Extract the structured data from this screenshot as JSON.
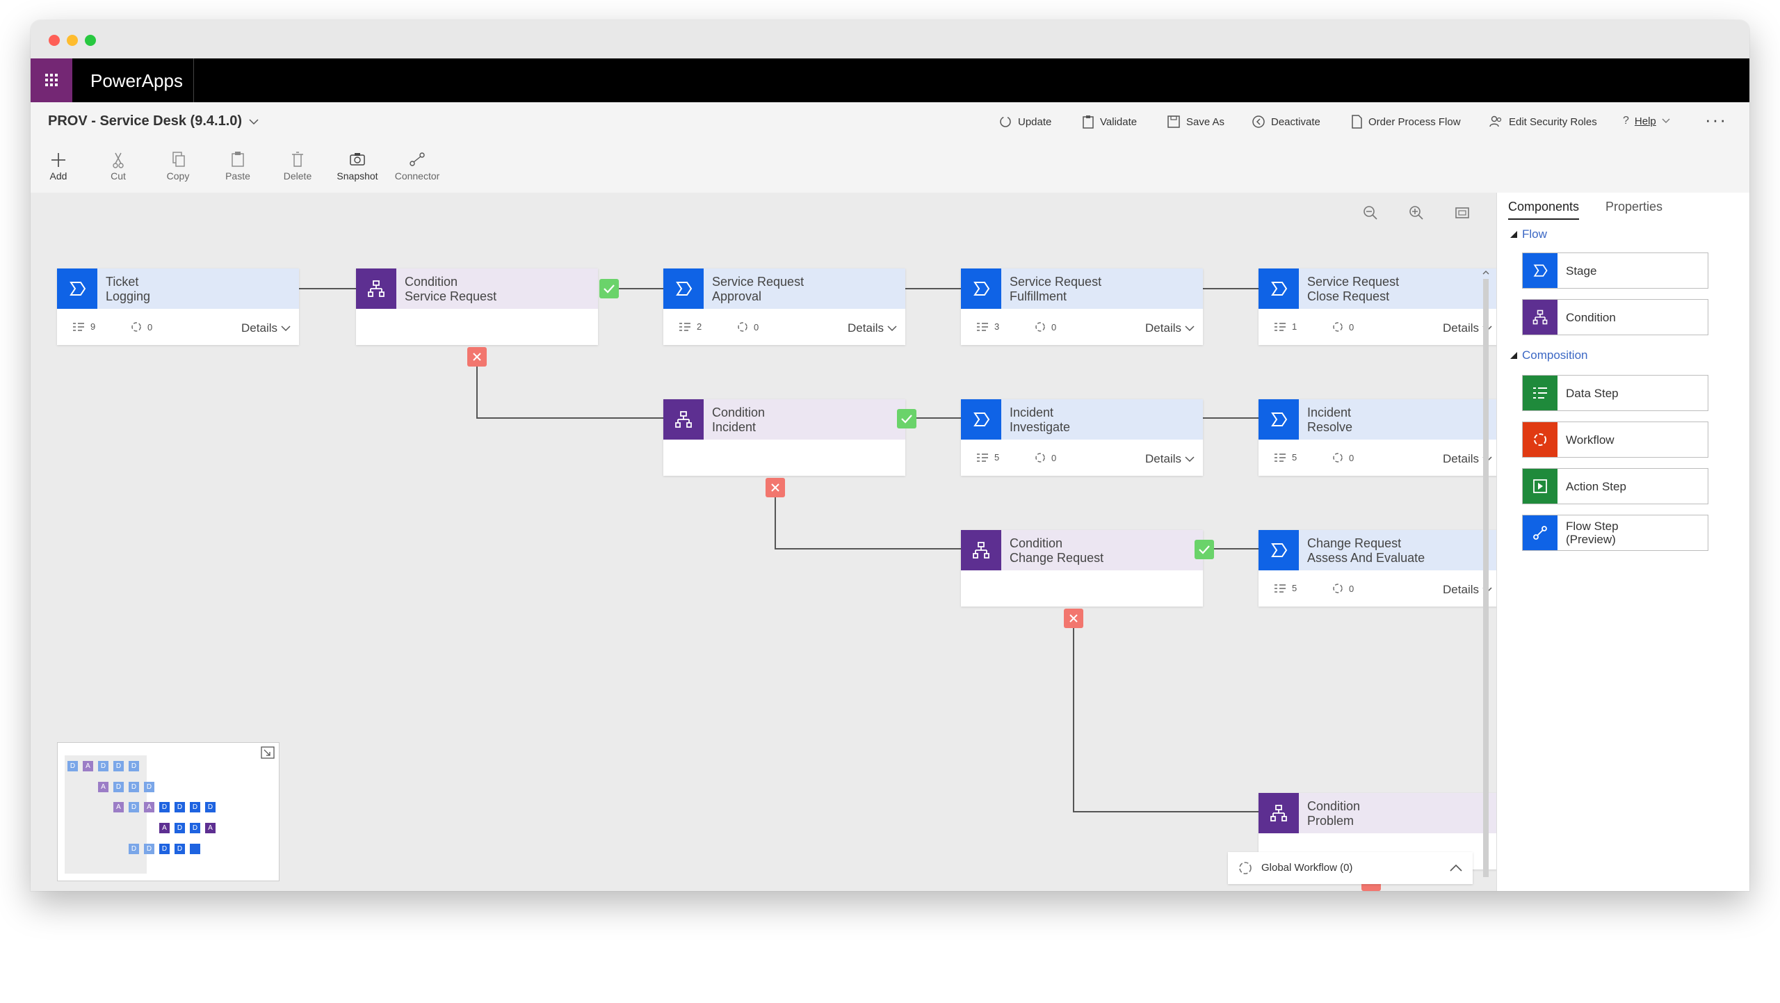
{
  "app": {
    "name": "PowerApps"
  },
  "process": {
    "title": "PROV - Service Desk (9.4.1.0)"
  },
  "commands": [
    "Update",
    "Validate",
    "Save As",
    "Deactivate",
    "Order Process Flow",
    "Edit Security Roles",
    "Help"
  ],
  "toolbar": [
    "Add",
    "Cut",
    "Copy",
    "Paste",
    "Delete",
    "Snapshot",
    "Connector"
  ],
  "nodes": [
    {
      "type": "stage",
      "line1": "Ticket",
      "line2": "Logging",
      "steps": "9",
      "workflows": "0",
      "details": "Details"
    },
    {
      "type": "condition",
      "line1": "Condition",
      "line2": "Service Request"
    },
    {
      "type": "stage",
      "line1": "Service Request",
      "line2": "Approval",
      "steps": "2",
      "workflows": "0",
      "details": "Details"
    },
    {
      "type": "stage",
      "line1": "Service Request",
      "line2": "Fulfillment",
      "steps": "3",
      "workflows": "0",
      "details": "Details"
    },
    {
      "type": "stage",
      "line1": "Service Request",
      "line2": "Close Request",
      "steps": "1",
      "workflows": "0",
      "details": "Details"
    },
    {
      "type": "condition",
      "line1": "Condition",
      "line2": "Incident"
    },
    {
      "type": "stage",
      "line1": "Incident",
      "line2": "Investigate",
      "steps": "5",
      "workflows": "0",
      "details": "Details"
    },
    {
      "type": "stage",
      "line1": "Incident",
      "line2": "Resolve",
      "steps": "5",
      "workflows": "0",
      "details": "Details"
    },
    {
      "type": "condition",
      "line1": "Condition",
      "line2": "Change Request"
    },
    {
      "type": "stage",
      "line1": "Change Request",
      "line2": "Assess And Evaluate",
      "steps": "5",
      "workflows": "0",
      "details": "Details"
    },
    {
      "type": "condition",
      "line1": "Condition",
      "line2": "Problem"
    }
  ],
  "global_workflow": {
    "label": "Global Workflow (0)"
  },
  "minimap": {
    "letters": [
      "D",
      "A",
      "D",
      "D",
      "D",
      "A",
      "D",
      "D",
      "D",
      "A",
      "D",
      "A",
      "D",
      "D",
      "D",
      "D",
      "A",
      "D",
      "D",
      "A",
      "D",
      "D",
      "D",
      "D"
    ]
  },
  "panel": {
    "tabs": [
      "Components",
      "Properties"
    ],
    "flow_title": "Flow",
    "flow_items": [
      {
        "label": "Stage",
        "color": "#0f63e6",
        "icon": "stage-icon"
      },
      {
        "label": "Condition",
        "color": "#5d2f91",
        "icon": "condition-icon"
      }
    ],
    "composition_title": "Composition",
    "composition_items": [
      {
        "label": "Data Step",
        "color": "#1f8a3b",
        "icon": "data-step-icon"
      },
      {
        "label": "Workflow",
        "color": "#e03a12",
        "icon": "workflow-icon"
      },
      {
        "label": "Action Step",
        "color": "#1f8a3b",
        "icon": "action-step-icon"
      },
      {
        "label": "Flow Step\n(Preview)",
        "color": "#0f63e6",
        "icon": "flow-step-icon"
      }
    ]
  }
}
